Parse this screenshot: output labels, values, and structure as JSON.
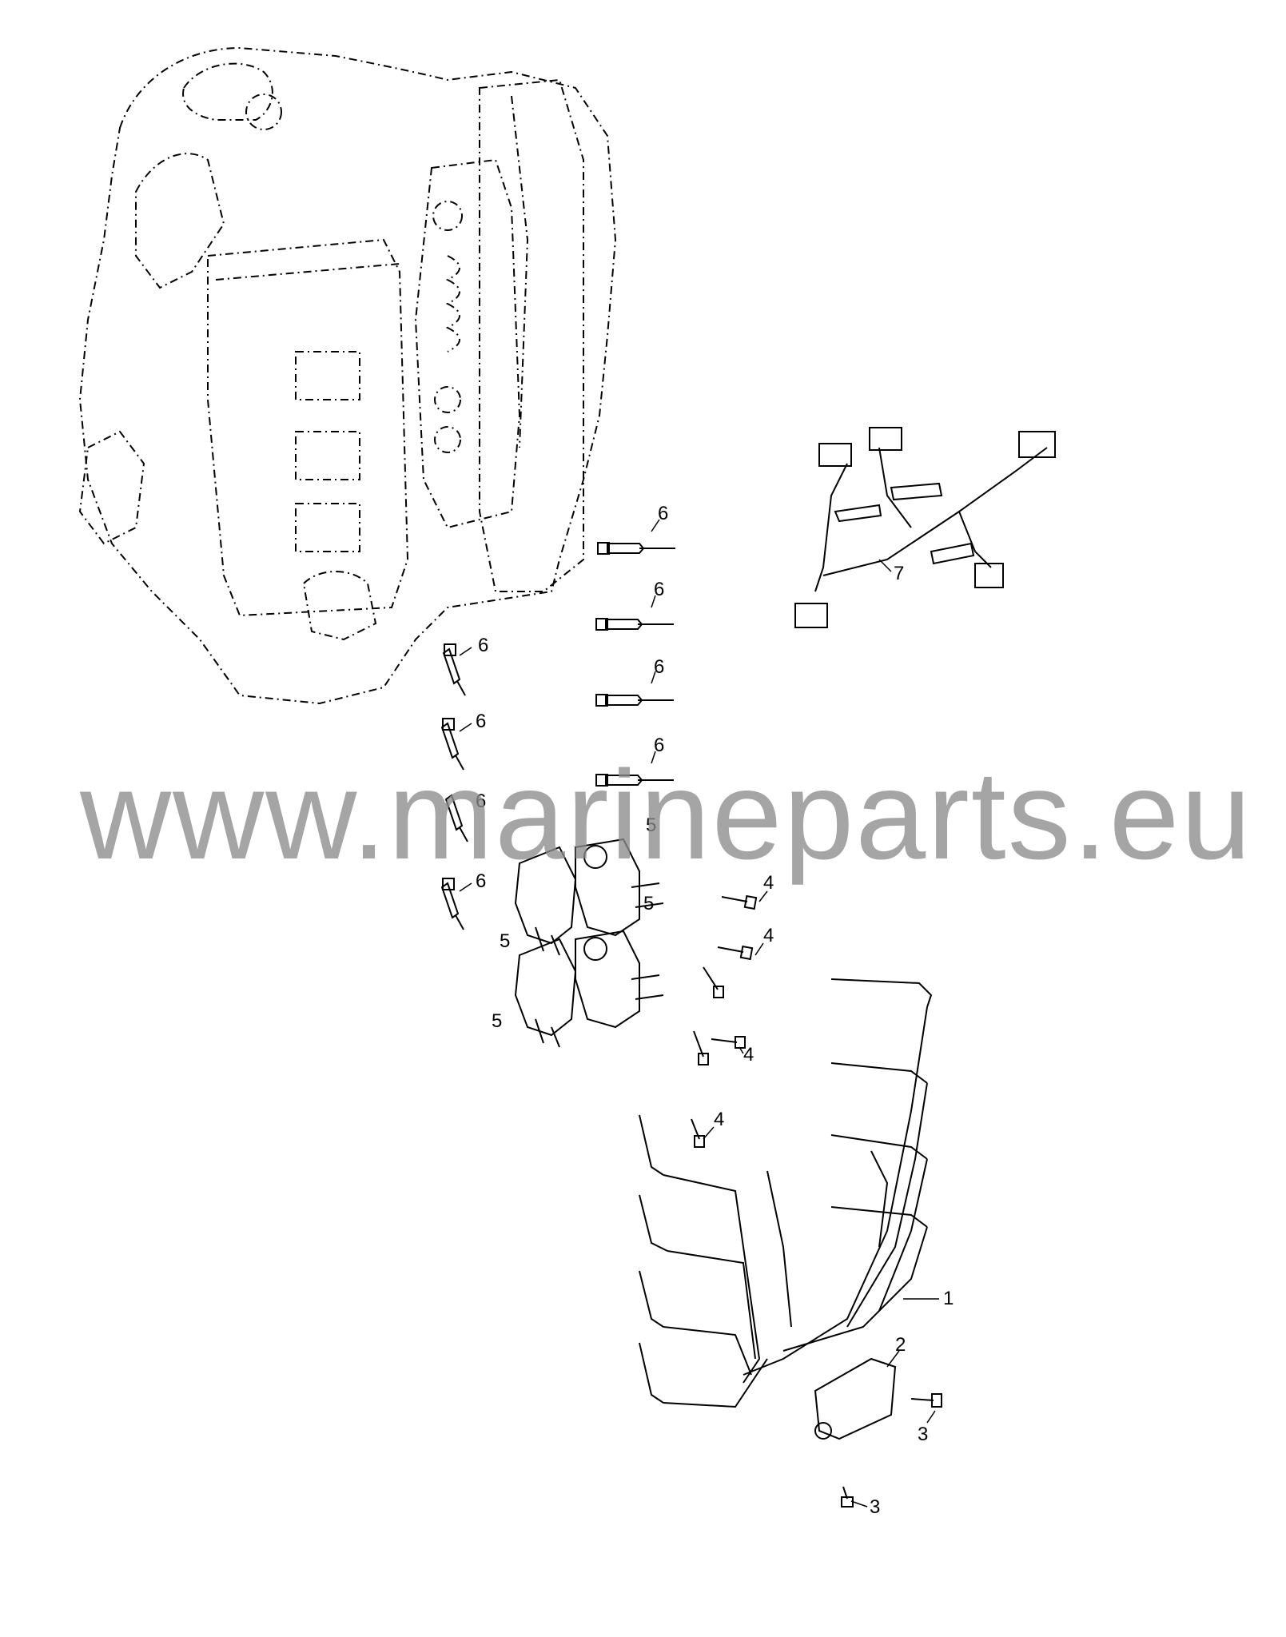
{
  "watermark": "www.marineparts.eu",
  "callouts": {
    "c1": "1",
    "c2": "2",
    "c3a": "3",
    "c3b": "3",
    "c4a": "4",
    "c4b": "4",
    "c4c": "4",
    "c4d": "4",
    "c5a": "5",
    "c5b": "5",
    "c5c": "5",
    "c5d": "5",
    "c6a": "6",
    "c6b": "6",
    "c6c": "6",
    "c6d": "6",
    "c6e": "6",
    "c6f": "6",
    "c6g": "6",
    "c6h": "6",
    "c7": "7"
  }
}
